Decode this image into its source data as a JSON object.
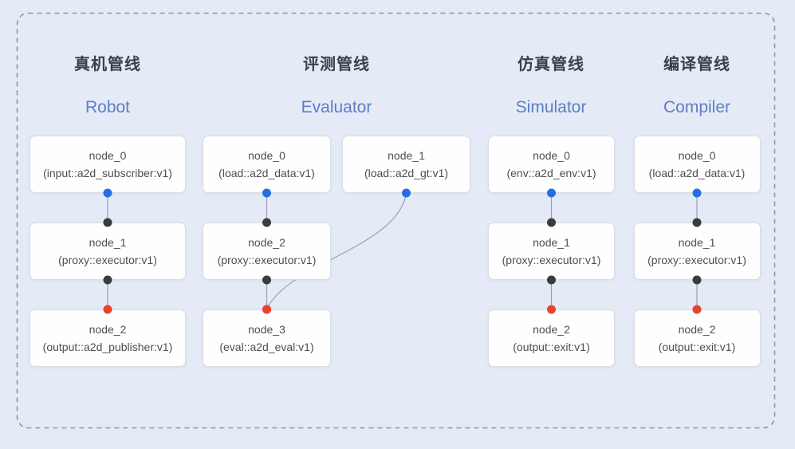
{
  "diagram": {
    "background_color": "#e5eaf7",
    "dashed_border_color": "#8f96a1",
    "edge_color": "#98a0b2",
    "node_fill": "#fefefe",
    "node_border": "#d9dde7",
    "title_zh_color": "#3c4147",
    "title_en_color": "#5b7ec8",
    "dot_colors": {
      "blue": "#2470e0",
      "black": "#3b3b3b",
      "red": "#e8432e"
    }
  },
  "pipelines": [
    {
      "title_zh": "真机管线",
      "title_en": "Robot",
      "nodes": [
        {
          "label": "node_0",
          "type": "(input::a2d_subscriber:v1)",
          "col": 0,
          "row": 0
        },
        {
          "label": "node_1",
          "type": "(proxy::executor:v1)",
          "col": 0,
          "row": 1
        },
        {
          "label": "node_2",
          "type": "(output::a2d_publisher:v1)",
          "col": 0,
          "row": 2
        }
      ]
    },
    {
      "title_zh": "评测管线",
      "title_en": "Evaluator",
      "nodes": [
        {
          "label": "node_0",
          "type": "(load::a2d_data:v1)",
          "col": 1,
          "row": 0
        },
        {
          "label": "node_1",
          "type": "(load::a2d_gt:v1)",
          "col": 2,
          "row": 0
        },
        {
          "label": "node_2",
          "type": "(proxy::executor:v1)",
          "col": 1,
          "row": 1
        },
        {
          "label": "node_3",
          "type": "(eval::a2d_eval:v1)",
          "col": 1,
          "row": 2
        }
      ]
    },
    {
      "title_zh": "仿真管线",
      "title_en": "Simulator",
      "nodes": [
        {
          "label": "node_0",
          "type": "(env::a2d_env:v1)",
          "col": 3,
          "row": 0
        },
        {
          "label": "node_1",
          "type": "(proxy::executor:v1)",
          "col": 3,
          "row": 1
        },
        {
          "label": "node_2",
          "type": "(output::exit:v1)",
          "col": 3,
          "row": 2
        }
      ]
    },
    {
      "title_zh": "编译管线",
      "title_en": "Compiler",
      "nodes": [
        {
          "label": "node_0",
          "type": "(load::a2d_data:v1)",
          "col": 4,
          "row": 0
        },
        {
          "label": "node_1",
          "type": "(proxy::executor:v1)",
          "col": 4,
          "row": 1
        },
        {
          "label": "node_2",
          "type": "(output::exit:v1)",
          "col": 4,
          "row": 2
        }
      ]
    }
  ],
  "edges": [
    {
      "from": {
        "col": 0,
        "row": 0,
        "side": "bottom",
        "dot": "blue"
      },
      "to": {
        "col": 0,
        "row": 1,
        "side": "top",
        "dot": "black"
      },
      "curved": false
    },
    {
      "from": {
        "col": 0,
        "row": 1,
        "side": "bottom",
        "dot": "black"
      },
      "to": {
        "col": 0,
        "row": 2,
        "side": "top",
        "dot": "red"
      },
      "curved": false
    },
    {
      "from": {
        "col": 1,
        "row": 0,
        "side": "bottom",
        "dot": "blue"
      },
      "to": {
        "col": 1,
        "row": 1,
        "side": "top",
        "dot": "black"
      },
      "curved": false
    },
    {
      "from": {
        "col": 1,
        "row": 1,
        "side": "bottom",
        "dot": "black"
      },
      "to": {
        "col": 1,
        "row": 2,
        "side": "top",
        "dot": "red"
      },
      "curved": false
    },
    {
      "from": {
        "col": 2,
        "row": 0,
        "side": "bottom",
        "dot": "blue"
      },
      "to": {
        "col": 1,
        "row": 2,
        "side": "top",
        "dot": "red"
      },
      "curved": true
    },
    {
      "from": {
        "col": 3,
        "row": 0,
        "side": "bottom",
        "dot": "blue"
      },
      "to": {
        "col": 3,
        "row": 1,
        "side": "top",
        "dot": "black"
      },
      "curved": false
    },
    {
      "from": {
        "col": 3,
        "row": 1,
        "side": "bottom",
        "dot": "black"
      },
      "to": {
        "col": 3,
        "row": 2,
        "side": "top",
        "dot": "red"
      },
      "curved": false
    },
    {
      "from": {
        "col": 4,
        "row": 0,
        "side": "bottom",
        "dot": "blue"
      },
      "to": {
        "col": 4,
        "row": 1,
        "side": "top",
        "dot": "black"
      },
      "curved": false
    },
    {
      "from": {
        "col": 4,
        "row": 1,
        "side": "bottom",
        "dot": "black"
      },
      "to": {
        "col": 4,
        "row": 2,
        "side": "top",
        "dot": "red"
      },
      "curved": false
    }
  ]
}
